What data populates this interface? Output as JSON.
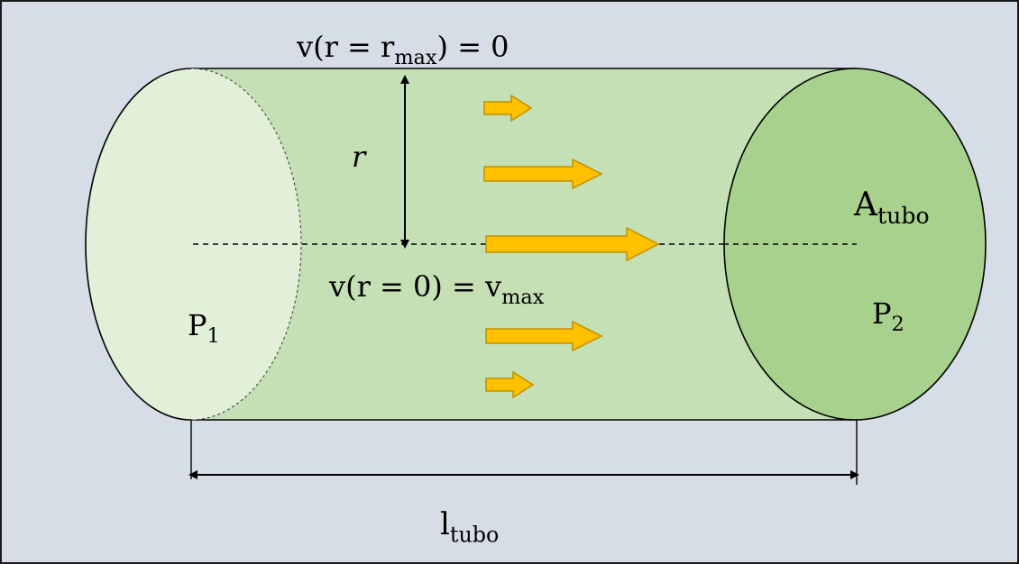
{
  "labels": {
    "wall_condition": {
      "lhs": "v(r = r",
      "sub": "max",
      "rhs": ") = 0"
    },
    "radius": "r",
    "area": {
      "main": "A",
      "sub": "tubo"
    },
    "center_condition": {
      "lhs": "v(r = 0) = v",
      "sub": "max"
    },
    "p1": {
      "main": "P",
      "sub": "1"
    },
    "p2": {
      "main": "P",
      "sub": "2"
    },
    "length": {
      "main": "l",
      "sub": "tubo"
    }
  },
  "colors": {
    "background": "#d6dde6",
    "tube_body": "#c5e0b4",
    "inlet_face": "#e2efd9",
    "outlet_face": "#a9d18e",
    "arrow_fill": "#ffc000",
    "arrow_stroke": "#bf8f00",
    "line": "#000000"
  },
  "velocity_profile": {
    "description": "parabolic",
    "relative_arrow_lengths": [
      0.2,
      0.6,
      1.0,
      0.6,
      0.2
    ]
  }
}
